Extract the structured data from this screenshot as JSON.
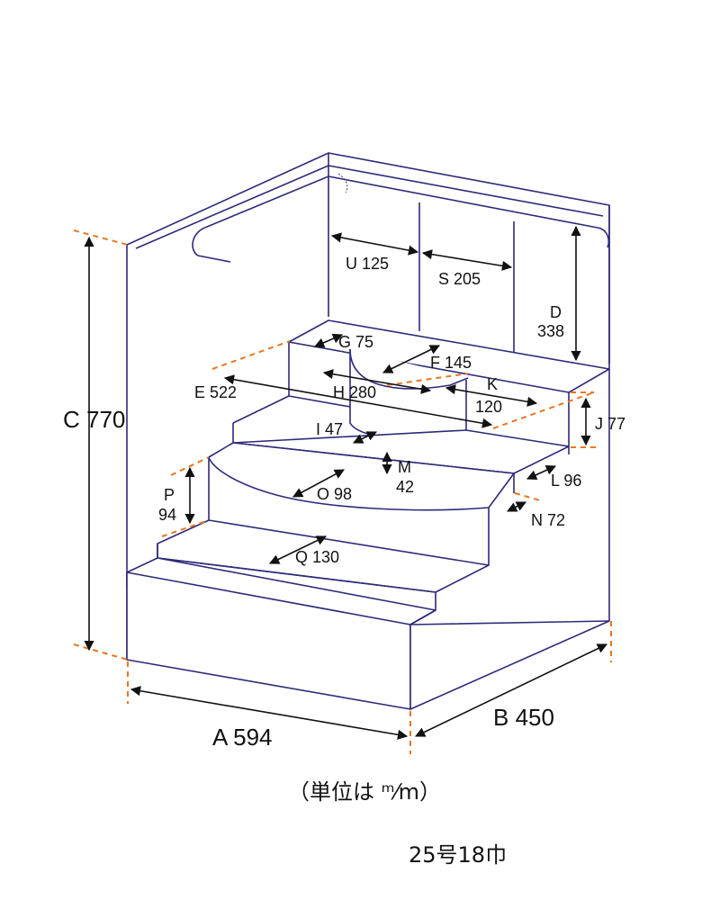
{
  "dims": {
    "A": "A 594",
    "B": "B 450",
    "C": "C 770",
    "D_letter": "D",
    "D_value": "338",
    "E": "E 522",
    "F": "F 145",
    "G": "G 75",
    "H": "H 280",
    "I": "I 47",
    "J": "J  77",
    "K_letter": "K",
    "K_value": "120",
    "L": "L 96",
    "M_letter": "M",
    "M_value": "42",
    "N": "N 72",
    "O": "O 98",
    "P_letter": "P",
    "P_value": "94",
    "Q": "Q 130",
    "S": "S 205",
    "U": "U 125"
  },
  "unit_note": "（単位は ᵐ⁄m）",
  "model": "25号18巾",
  "colors": {
    "outline": "#2e2a7a",
    "guide": "#e87722",
    "dimension": "#111111"
  }
}
